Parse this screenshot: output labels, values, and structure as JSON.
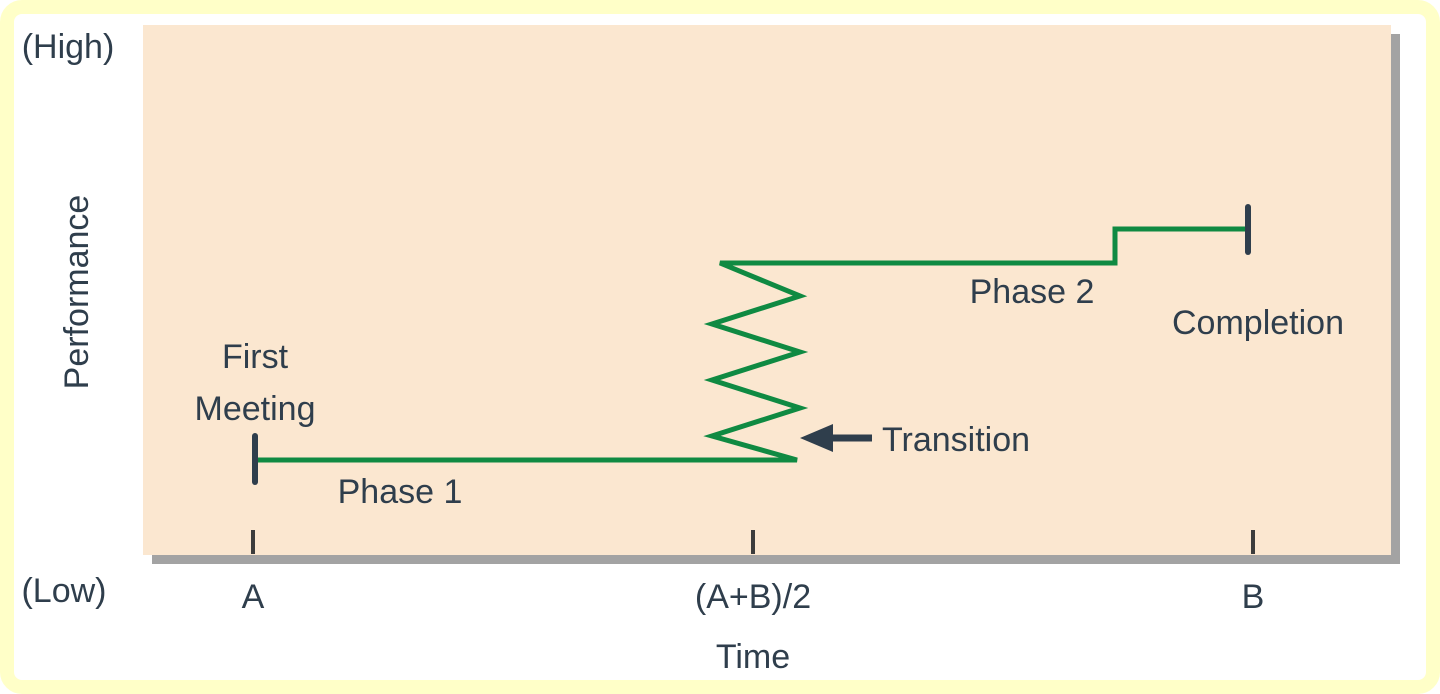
{
  "figure": {
    "y_axis": {
      "label": "Performance",
      "high": "(High)",
      "low": "(Low)"
    },
    "x_axis": {
      "label": "Time",
      "ticks": [
        "A",
        "(A+B)/2",
        "B"
      ]
    },
    "annotations": {
      "first_meeting_line1": "First",
      "first_meeting_line2": "Meeting",
      "phase1": "Phase 1",
      "phase2": "Phase 2",
      "transition": "Transition",
      "completion": "Completion"
    },
    "colors": {
      "line_green": "#0f8a42",
      "text": "#2f3e4c",
      "plot_bg": "#fbe7d0",
      "shadow": "#a3a3a3",
      "frame": "#ffffc8",
      "tick": "#3c3c3c",
      "arrow": "#2f3e4c"
    }
  }
}
